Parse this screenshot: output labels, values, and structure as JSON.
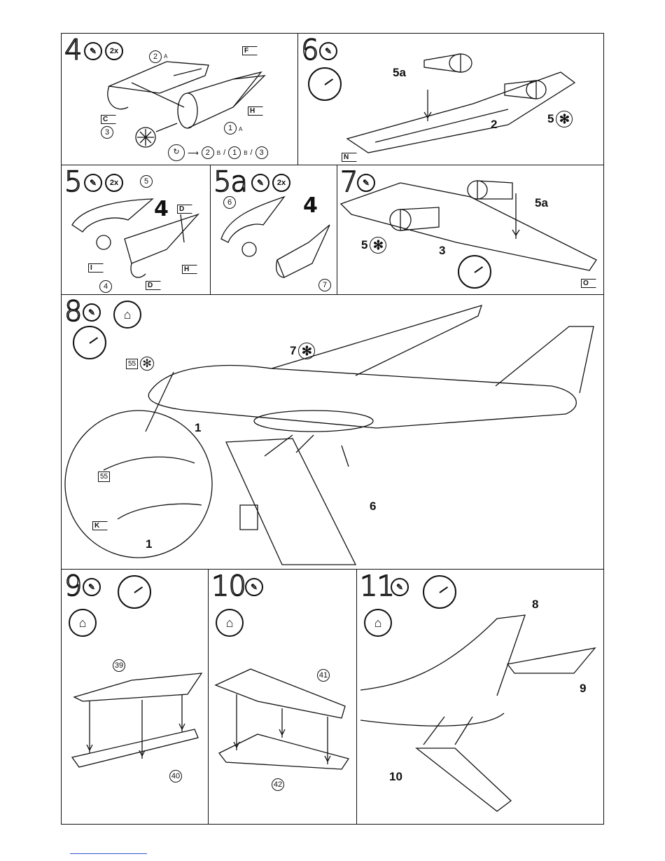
{
  "steps": {
    "s4": {
      "num": "4",
      "qty": "2x",
      "parts": {
        "p2": "2",
        "p2s": "A",
        "p1": "1",
        "p1s": "A",
        "p3": "3"
      },
      "flags": {
        "f": "F",
        "h": "H",
        "c": "C"
      },
      "seq": {
        "a": "2",
        "as": "B",
        "b": "1",
        "bs": "B",
        "c": "3"
      }
    },
    "s6": {
      "num": "6",
      "labels": {
        "a": "5a",
        "b": "2",
        "c": "5"
      },
      "flag": "N"
    },
    "s5": {
      "num": "5",
      "qty": "2x",
      "big": "4",
      "parts": {
        "p5": "5",
        "p4": "4"
      },
      "flags": {
        "d1": "D",
        "i": "I",
        "h": "H",
        "d2": "D"
      }
    },
    "s5a": {
      "num": "5a",
      "qty": "2x",
      "big": "4",
      "parts": {
        "p6": "6",
        "p7": "7"
      }
    },
    "s7": {
      "num": "7",
      "labels": {
        "a": "5a",
        "b": "5",
        "c": "3"
      },
      "flag": "O"
    },
    "s8": {
      "num": "8",
      "labels": {
        "a": "7",
        "b": "55",
        "c": "1",
        "d": "6",
        "e": "55",
        "f": "K",
        "g": "1"
      }
    },
    "s9": {
      "num": "9",
      "parts": {
        "a": "39",
        "b": "40"
      }
    },
    "s10": {
      "num": "10",
      "parts": {
        "a": "41",
        "b": "42"
      }
    },
    "s11": {
      "num": "11",
      "labels": {
        "a": "8",
        "b": "9",
        "c": "10"
      }
    }
  },
  "icons": {
    "glue": "glue-icon",
    "clock": "clock-icon",
    "paint": "paint-pot-icon",
    "star": "asterisk-icon"
  }
}
